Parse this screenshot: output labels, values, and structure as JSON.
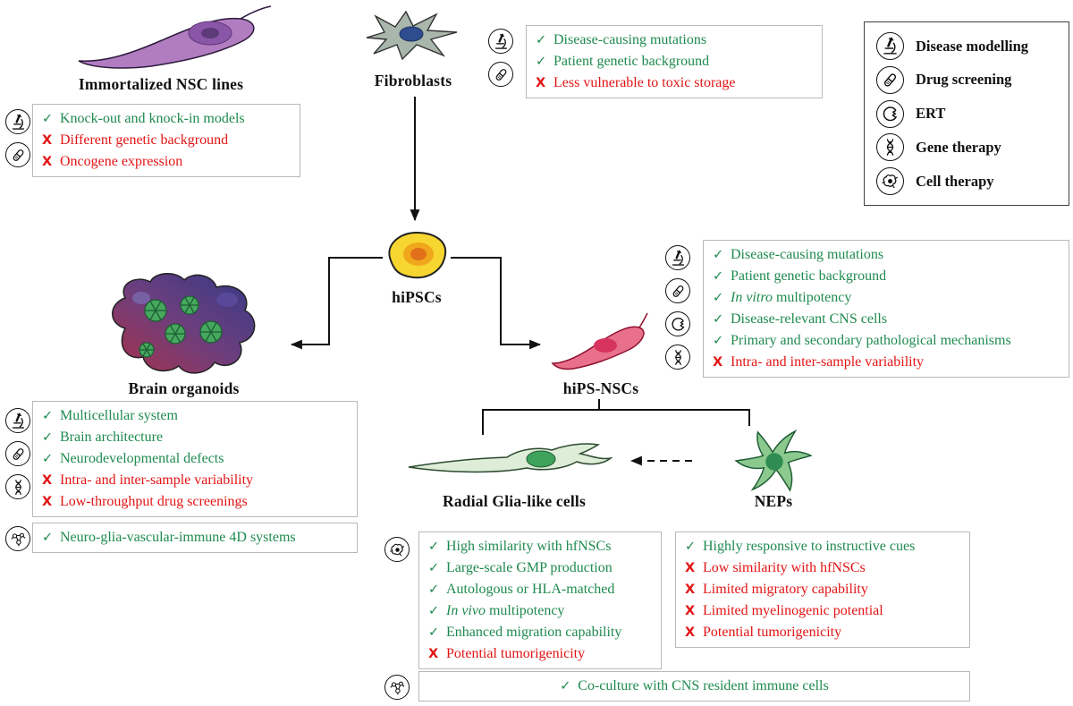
{
  "palette": {
    "check_green": "#1f8a4f",
    "cross_red": "#e31414",
    "label_black": "#111111",
    "box_border": "#b9b9b9",
    "legend_border": "#404040",
    "hipsc_yellow": "#f7d631",
    "nsc_purple": "#b27cc1",
    "hipsnsc_pink": "#e9708a",
    "nep_green": "#8cc98f"
  },
  "legend": {
    "items": [
      {
        "icon": "microscope-icon",
        "label": "Disease modelling"
      },
      {
        "icon": "pill-icon",
        "label": "Drug screening"
      },
      {
        "icon": "enzyme-icon",
        "label": "ERT"
      },
      {
        "icon": "dna-icon",
        "label": "Gene therapy"
      },
      {
        "icon": "cell-icon",
        "label": "Cell therapy"
      }
    ]
  },
  "nodes": {
    "nsc": {
      "label": "Immortalized NSC lines"
    },
    "fibroblasts": {
      "label": "Fibroblasts"
    },
    "hipscs": {
      "label": "hiPSCs"
    },
    "organoids": {
      "label": "Brain organoids"
    },
    "hipsnscs": {
      "label": "hiPS-NSCs"
    },
    "rgl": {
      "label": "Radial Glia-like cells"
    },
    "neps": {
      "label": "NEPs"
    }
  },
  "boxes": {
    "nsc": {
      "icons": [
        "microscope-icon",
        "pill-icon"
      ],
      "items": [
        {
          "mark": "check",
          "glyph": "✓",
          "text": "Knock-out and knock-in models"
        },
        {
          "mark": "x",
          "glyph": "X",
          "text": "Different genetic background"
        },
        {
          "mark": "x",
          "glyph": "X",
          "text": "Oncogene expression"
        }
      ]
    },
    "fibroblasts": {
      "icons": [
        "microscope-icon",
        "pill-icon"
      ],
      "items": [
        {
          "mark": "check",
          "glyph": "✓",
          "text": "Disease-causing mutations"
        },
        {
          "mark": "check",
          "glyph": "✓",
          "text": "Patient genetic background"
        },
        {
          "mark": "x",
          "glyph": "X",
          "text": "Less vulnerable to toxic storage"
        }
      ]
    },
    "organoids": {
      "icons": [
        "microscope-icon",
        "pill-icon",
        "dna-icon"
      ],
      "items": [
        {
          "mark": "check",
          "glyph": "✓",
          "text": "Multicellular system"
        },
        {
          "mark": "check",
          "glyph": "✓",
          "text": "Brain architecture"
        },
        {
          "mark": "check",
          "glyph": "✓",
          "text": "Neurodevelopmental defects"
        },
        {
          "mark": "x",
          "glyph": "X",
          "text": "Intra- and inter-sample variability"
        },
        {
          "mark": "x",
          "glyph": "X",
          "text": "Low-throughput drug screenings"
        }
      ]
    },
    "organoids4d": {
      "icons": [
        "neuro-icon"
      ],
      "items": [
        {
          "mark": "check",
          "glyph": "✓",
          "text": "Neuro-glia-vascular-immune 4D systems"
        }
      ]
    },
    "hipsnscs": {
      "icons": [
        "microscope-icon",
        "pill-icon",
        "enzyme-icon",
        "dna-icon"
      ],
      "items": [
        {
          "mark": "check",
          "glyph": "✓",
          "text": "Disease-causing mutations"
        },
        {
          "mark": "check",
          "glyph": "✓",
          "text": "Patient genetic background"
        },
        {
          "mark": "check",
          "glyph": "✓",
          "italic": "In vitro",
          "rest": " multipotency"
        },
        {
          "mark": "check",
          "glyph": "✓",
          "text": "Disease-relevant CNS cells"
        },
        {
          "mark": "check",
          "glyph": "✓",
          "text": "Primary and secondary pathological mechanisms"
        },
        {
          "mark": "x",
          "glyph": "X",
          "text": "Intra- and inter-sample variability"
        }
      ]
    },
    "rgl": {
      "icons": [
        "cell-icon"
      ],
      "items": [
        {
          "mark": "check",
          "glyph": "✓",
          "text": "High similarity with hfNSCs"
        },
        {
          "mark": "check",
          "glyph": "✓",
          "text": "Large-scale GMP production"
        },
        {
          "mark": "check",
          "glyph": "✓",
          "text": "Autologous or HLA-matched"
        },
        {
          "mark": "check",
          "glyph": "✓",
          "italic": "In vivo",
          "rest": " multipotency"
        },
        {
          "mark": "check",
          "glyph": "✓",
          "text": "Enhanced migration capability"
        },
        {
          "mark": "x",
          "glyph": "X",
          "text": "Potential tumorigenicity"
        }
      ]
    },
    "neps": {
      "icons": [],
      "items": [
        {
          "mark": "check",
          "glyph": "✓",
          "text": "Highly responsive to instructive cues"
        },
        {
          "mark": "x",
          "glyph": "X",
          "text": "Low similarity with hfNSCs"
        },
        {
          "mark": "x",
          "glyph": "X",
          "text": "Limited migratory capability"
        },
        {
          "mark": "x",
          "glyph": "X",
          "text": "Limited myelinogenic potential"
        },
        {
          "mark": "x",
          "glyph": "X",
          "text": "Potential tumorigenicity"
        }
      ]
    },
    "coculture": {
      "icons": [
        "neuro-icon"
      ],
      "items": [
        {
          "mark": "check",
          "glyph": "✓",
          "text": "Co-culture with CNS resident immune cells"
        }
      ]
    }
  }
}
